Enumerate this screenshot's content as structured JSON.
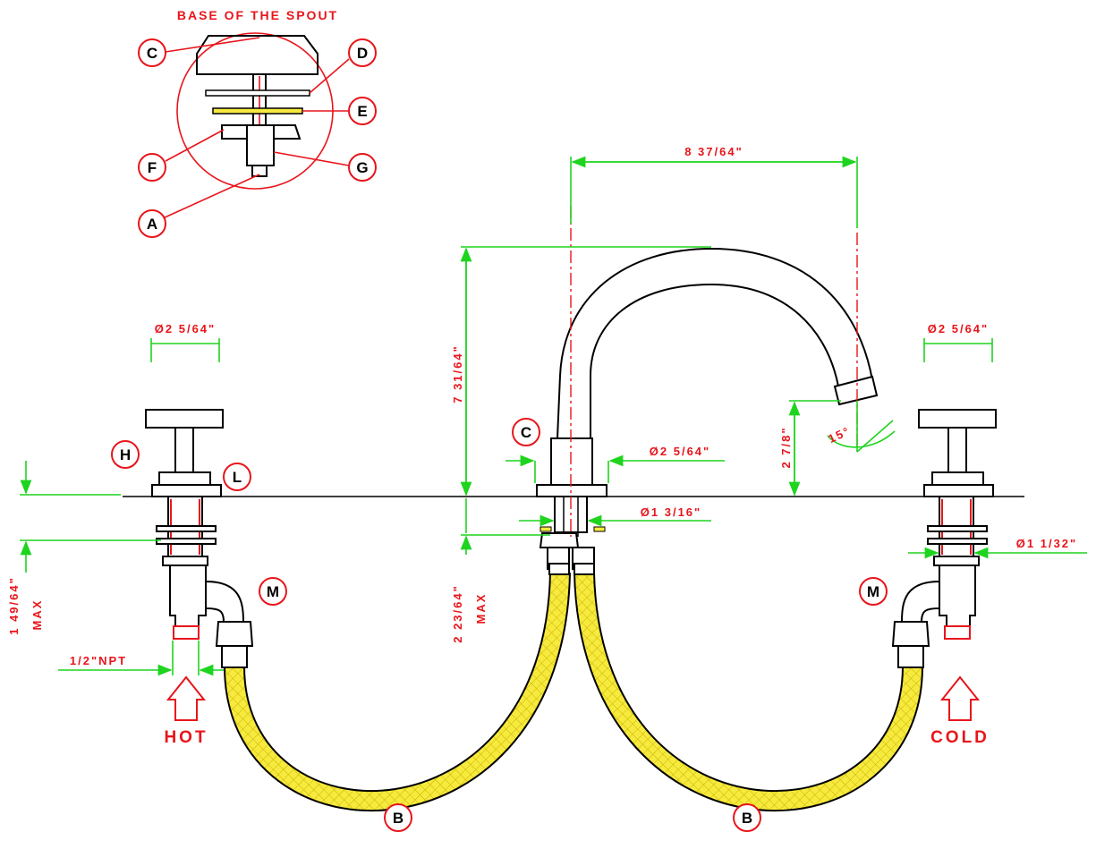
{
  "title": "BASE OF THE SPOUT",
  "callouts": {
    "a": "A",
    "b": "B",
    "c": "C",
    "d": "D",
    "e": "E",
    "f": "F",
    "g": "G",
    "h": "H",
    "l": "L",
    "m": "M"
  },
  "dimensions": {
    "spout_reach": "8 37/64\"",
    "spout_height": "7 31/64\"",
    "spout_outlet_height": "2 7/8\"",
    "spout_angle": "15°",
    "handle_dia_left": "Ø2 5/64\"",
    "handle_dia_right": "Ø2 5/64\"",
    "spout_base_dia": "Ø2 5/64\"",
    "spout_shank_dia": "Ø1 3/16\"",
    "valve_shank_dia": "Ø1 1/32\"",
    "valve_shank_length": "1 49/64\"",
    "spout_shank_length": "2 23/64\"",
    "max": "MAX",
    "inlet_thread": "1/2\"NPT"
  },
  "inlets": {
    "hot": "HOT",
    "cold": "COLD"
  },
  "colors": {
    "annotation": "#e8151b",
    "dimension_line": "#1fd41f",
    "hose": "#f5e63a",
    "outline": "#000000"
  }
}
